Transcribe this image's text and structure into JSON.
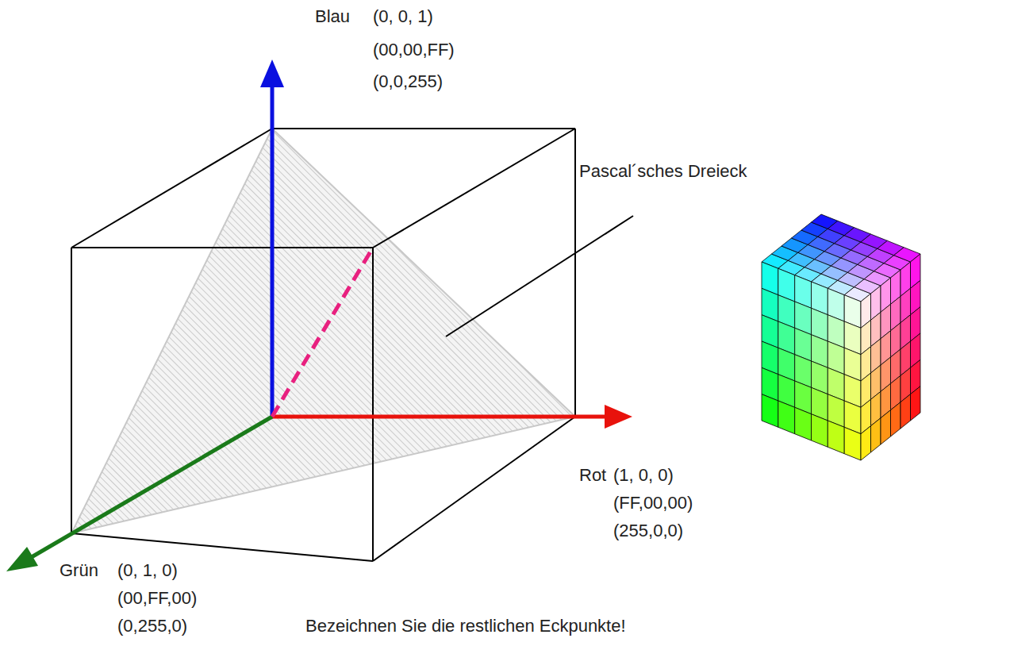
{
  "diagram": {
    "labels": [
      "Blau",
      "(0, 0, 1)",
      "(00,00,FF)",
      "(0,0,255)",
      "Pascal´sches Dreieck",
      "Rot",
      "(1, 0, 0)",
      "(FF,00,00)",
      "(255,0,0)",
      "Grün",
      "(0, 1, 0)",
      "(00,FF,00)",
      "(0,255,0)",
      "Bezeichnen Sie die restlichen Eckpunkte!"
    ]
  }
}
